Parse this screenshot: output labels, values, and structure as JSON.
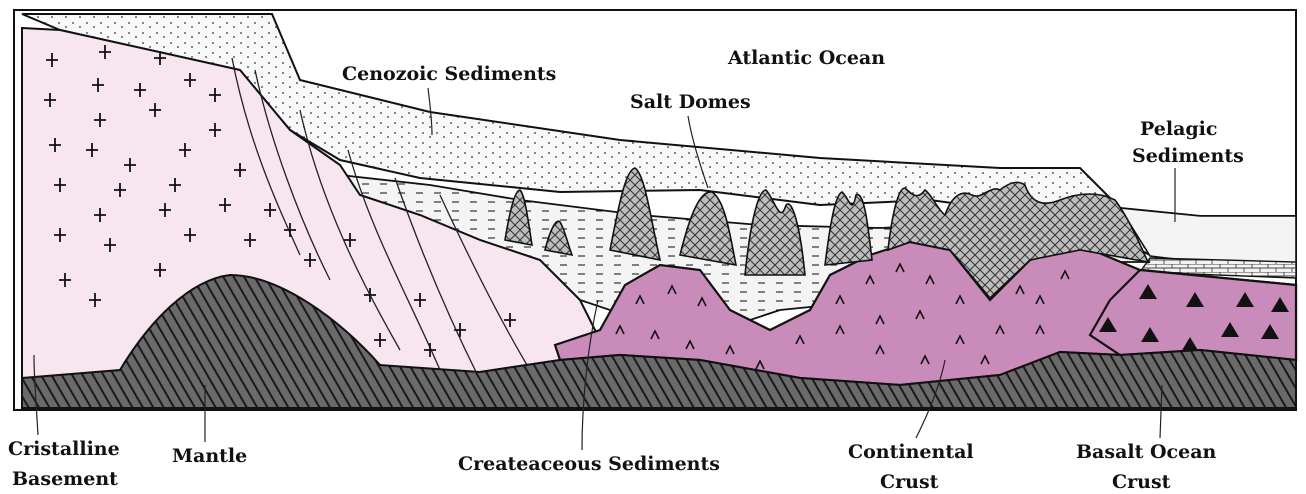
{
  "labels": {
    "cenozoic": "Cenozoic Sediments",
    "atlantic": "Atlantic Ocean",
    "salt_domes": "Salt Domes",
    "pelagic_1": "Pelagic",
    "pelagic_2": "Sediments",
    "cristalline_1": "Cristalline",
    "cristalline_2": "Basement",
    "mantle": "Mantle",
    "cretaceous": "Createaceous Sediments",
    "continental_1": "Continental",
    "continental_2": "Crust",
    "basalt_1": "Basalt Ocean",
    "basalt_2": "Crust"
  },
  "colors": {
    "basement_fill": "#f7e6ef",
    "crust_fill": "#c98cba",
    "basalt_fill": "#c98cba",
    "salt_fill": "#bdbdbd",
    "mantle_fill": "#5c5c5c",
    "sediment_fill": "#f6f6f6",
    "ink": "#111111"
  }
}
